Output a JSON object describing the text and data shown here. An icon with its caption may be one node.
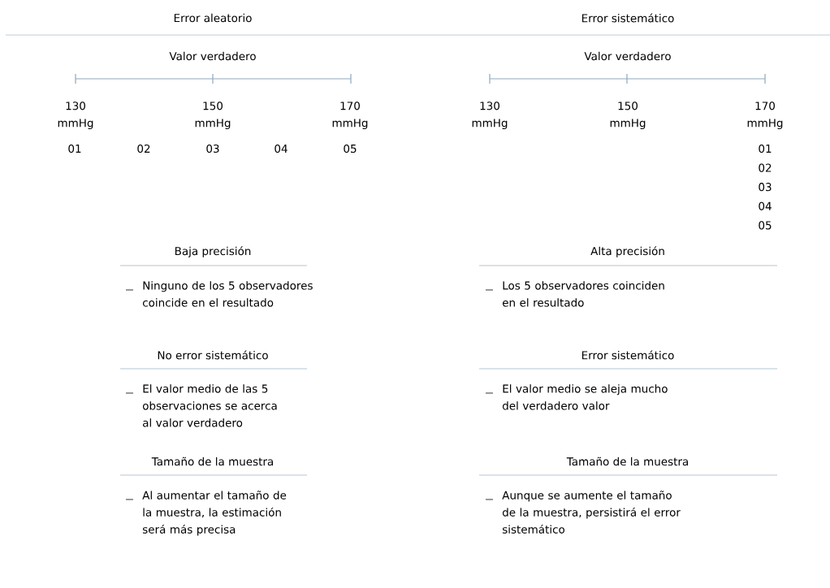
{
  "diagram": {
    "labels": [
      "Error aleatorio",
      "Error sistemático",
      "Valor verdadero",
      "Valor verdadero",
      "130 mmHg",
      "150 mmHg",
      "170 mmHg",
      "130 mmHg",
      "150 mmHg",
      "170 mmHg",
      "01",
      "02",
      "03",
      "04",
      "05",
      "01",
      "02",
      "03",
      "04",
      "05",
      "Baja precisión",
      "Alta precisión",
      "Ninguno de los 5 observadores coincide en el resultado",
      "Los 5 observadores coinciden en el resultado",
      "No error sistemático",
      "Error sistemático",
      "El valor medio de las 5 observaciones se acerca al valor verdadero",
      "El valor medio se aleja mucho del verdadero valor",
      "Tamaño de la muestra",
      "Tamaño de la muestra",
      "Al aumentar el tamaño de la muestra, la estimación será más precisa",
      "Aunque se aumente el tamaño de la muestra, persistirá el error sistemático"
    ]
  }
}
